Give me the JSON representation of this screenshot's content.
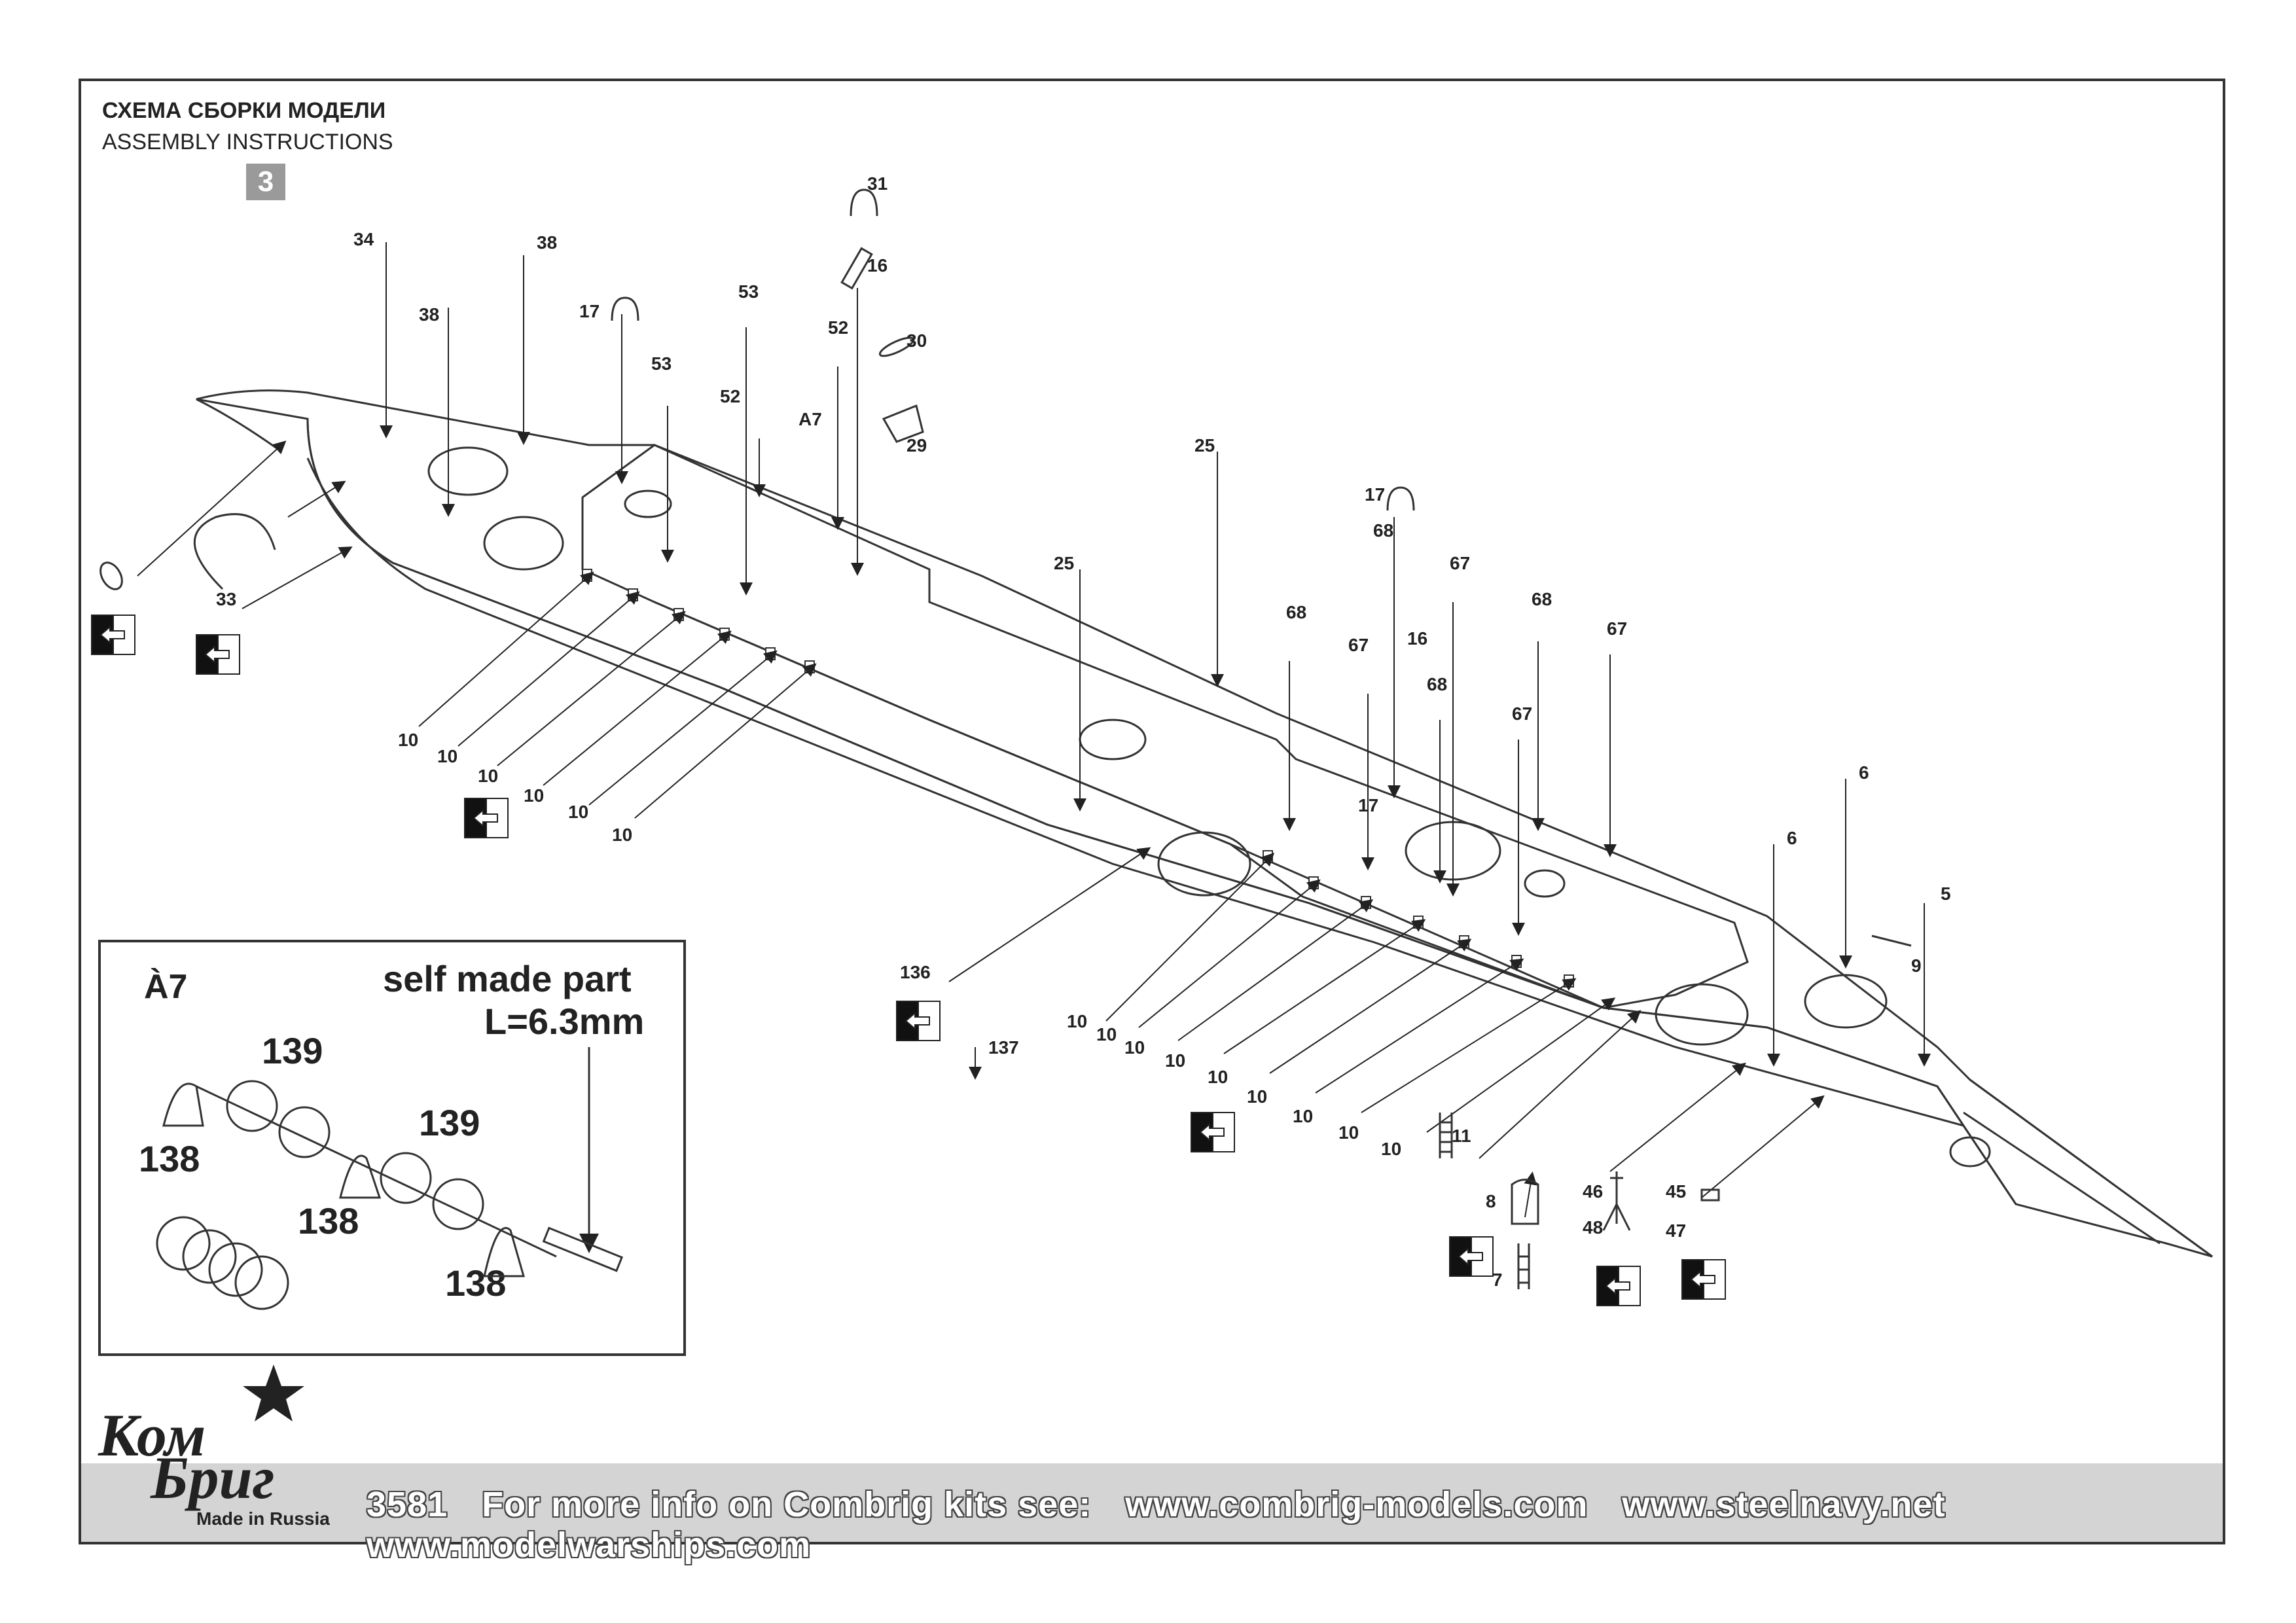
{
  "header": {
    "title_ru": "СХЕМА СБОРКИ МОДЕЛИ",
    "title_en": "ASSEMBLY INSTRUCTIONS",
    "step_number": "3"
  },
  "callouts": {
    "c31": "31",
    "c16a": "16",
    "c34": "34",
    "c38a": "38",
    "c38b": "38",
    "c17a": "17",
    "c53a": "53",
    "c53b": "53",
    "c52a": "52",
    "c52b": "52",
    "c30": "30",
    "cA7": "A7",
    "c29": "29",
    "c25a": "25",
    "c25b": "25",
    "c17b": "17",
    "c68a": "68",
    "c67a": "67",
    "c68b": "68",
    "c67b": "67",
    "c16b": "16",
    "c68c": "68",
    "c67c": "67",
    "c68d": "68",
    "c67d": "67",
    "c6a": "6",
    "c6b": "6",
    "c5": "5",
    "c9": "9",
    "c17c": "17",
    "c33": "33",
    "c10a": "10",
    "c10b": "10",
    "c10c": "10",
    "c10d": "10",
    "c10e": "10",
    "c10f": "10",
    "c10g": "10",
    "c10h": "10",
    "c10i": "10",
    "c10j": "10",
    "c10k": "10",
    "c10l": "10",
    "c10m": "10",
    "c10n": "10",
    "c136": "136",
    "c137": "137",
    "c11": "11",
    "c8": "8",
    "c7": "7",
    "c46": "46",
    "c48": "48",
    "c45": "45",
    "c47": "47"
  },
  "inset": {
    "part_label": "À7",
    "note_line1": "self made part",
    "note_line2": "L=6.3mm",
    "p139a": "139",
    "p139b": "139",
    "p138a": "138",
    "p138b": "138",
    "p138c": "138"
  },
  "logo": {
    "word1": "Ком",
    "word2": "Бриг",
    "tagline": "Made in Russia"
  },
  "footer": {
    "kit_number": "3581",
    "info": "For more info on Combrig kits see:",
    "site1": "www.combrig-models.com",
    "site2": "www.steelnavy.net",
    "site3": "www.modelwarships.com"
  }
}
